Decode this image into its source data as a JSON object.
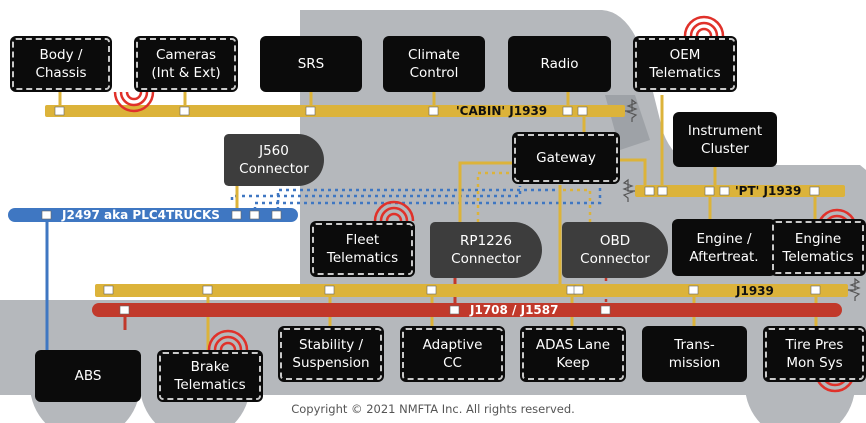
{
  "colors": {
    "j1939": "#dcb33a",
    "j1708": "#c1392b",
    "j2497": "#3f77c2",
    "node": "#0b0b0b",
    "connector": "#3d3d3d",
    "wireless": "#e0312a",
    "truck": "#b5b8bc"
  },
  "buses": {
    "cabin": "'CABIN' J1939",
    "pt": "'PT' J1939",
    "j1939": "J1939",
    "j1708": "J1708 / J1587",
    "j2497": "J2497 aka PLC4TRUCKS"
  },
  "nodes": {
    "body_chassis": "Body /\nChassis",
    "cameras": "Cameras\n(Int & Ext)",
    "srs": "SRS",
    "climate_control": "Climate\nControl",
    "radio": "Radio",
    "oem_telematics": "OEM\nTelematics",
    "instrument_cluster": "Instrument\nCluster",
    "gateway": "Gateway",
    "fleet_telematics": "Fleet\nTelematics",
    "engine_aftertreat": "Engine /\nAftertreat.",
    "engine_telematics": "Engine\nTelematics",
    "abs": "ABS",
    "brake_telematics": "Brake\nTelematics",
    "stability_suspension": "Stability /\nSuspension",
    "adaptive_cc": "Adaptive\nCC",
    "adas_lane_keep": "ADAS Lane\nKeep",
    "transmission": "Trans-\nmission",
    "tire_pres": "Tire Pres\nMon Sys"
  },
  "connectors": {
    "j560": "J560\nConnector",
    "rp1226": "RP1226\nConnector",
    "obd": "OBD\nConnector"
  },
  "copyright": "Copyright © 2021 NMFTA Inc. All rights reserved."
}
